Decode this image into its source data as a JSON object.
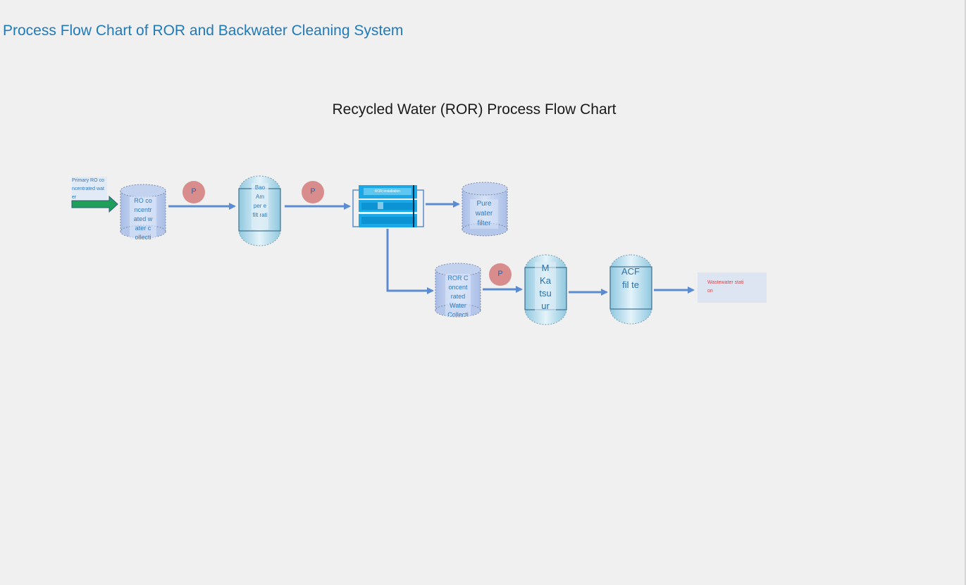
{
  "slide": {
    "title": "Process Flow Chart of ROR and Backwater Cleaning System"
  },
  "diagram": {
    "title": "Recycled Water (ROR) Process Flow Chart",
    "input_label": "Primary RO co ncentrated wat er",
    "nodes": {
      "ro_tank": "RO co ncentr ated w ater c ollecti",
      "bao_filter": "Bao Am per e filt rati",
      "ror_unit": "ROR installation",
      "pure_water": "Pure water filter",
      "ror_tank": "ROR C oncent rated Water Collecti",
      "mk_filter": "M Ka tsu ur",
      "acf_filter": "ACF fil te",
      "wastewater": "Wastewater stati on"
    },
    "pump_label": "P",
    "colors": {
      "arrow": "#5b8bd0",
      "pump": "#d98c8c",
      "tank": "#b4c6ea",
      "input_arrow": "#1ea05a",
      "wastewater_text": "#e04545"
    }
  }
}
